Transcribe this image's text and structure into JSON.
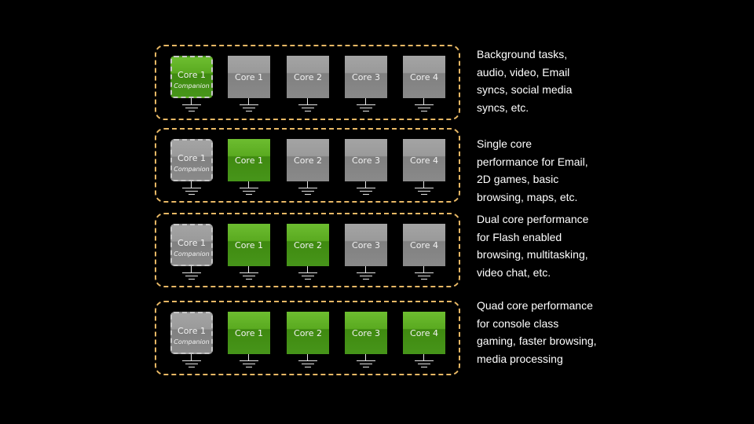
{
  "rows": [
    {
      "cores": [
        {
          "label": "Core 1",
          "sublabel": "Companion",
          "state": "active",
          "companion": true
        },
        {
          "label": "Core 1",
          "state": "inactive"
        },
        {
          "label": "Core 2",
          "state": "inactive"
        },
        {
          "label": "Core 3",
          "state": "inactive"
        },
        {
          "label": "Core 4",
          "state": "inactive"
        }
      ],
      "description": [
        " Background tasks,",
        "audio, video, Email",
        "syncs, social media",
        "syncs, etc."
      ]
    },
    {
      "cores": [
        {
          "label": "Core 1",
          "sublabel": "Companion",
          "state": "inactive",
          "companion": true
        },
        {
          "label": "Core 1",
          "state": "active"
        },
        {
          "label": "Core 2",
          "state": "inactive"
        },
        {
          "label": "Core 3",
          "state": "inactive"
        },
        {
          "label": "Core 4",
          "state": "inactive"
        }
      ],
      "description": [
        " Single core",
        "performance for Email,",
        "2D games, basic",
        "browsing, maps, etc."
      ]
    },
    {
      "cores": [
        {
          "label": "Core 1",
          "sublabel": "Companion",
          "state": "inactive",
          "companion": true
        },
        {
          "label": "Core 1",
          "state": "active"
        },
        {
          "label": "Core 2",
          "state": "active"
        },
        {
          "label": "Core 3",
          "state": "inactive"
        },
        {
          "label": "Core 4",
          "state": "inactive"
        }
      ],
      "description": [
        "Dual core performance",
        "for Flash enabled",
        "browsing, multitasking,",
        "video chat, etc."
      ]
    },
    {
      "cores": [
        {
          "label": "Core 1",
          "sublabel": "Companion",
          "state": "inactive",
          "companion": true
        },
        {
          "label": "Core 1",
          "state": "active"
        },
        {
          "label": "Core 2",
          "state": "active"
        },
        {
          "label": "Core 3",
          "state": "active"
        },
        {
          "label": "Core 4",
          "state": "active"
        }
      ],
      "description": [
        "Quad core performance",
        "for console class",
        "gaming, faster browsing,",
        "media processing"
      ]
    }
  ],
  "colors": {
    "active": "#5aaa20",
    "inactive": "#9a9a9a",
    "frame_border": "#e8b865",
    "background": "#000000",
    "text": "#ffffff"
  }
}
